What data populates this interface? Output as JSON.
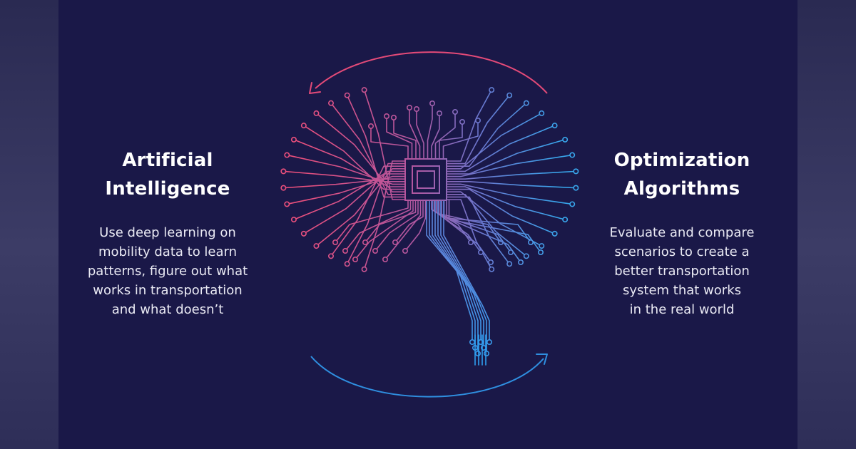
{
  "left_block": {
    "title_lines": [
      "Artificial",
      "Intelligence"
    ],
    "body_lines": [
      "Use deep learning on",
      "mobility data to learn",
      "patterns, figure out what",
      "works in transportation",
      "and what doesn’t"
    ]
  },
  "right_block": {
    "title_lines": [
      "Optimization",
      "Algorithms"
    ],
    "body_lines": [
      "Evaluate and compare",
      "scenarios to create a",
      "better transportation",
      "system that works",
      "in the real world"
    ]
  },
  "colors": {
    "background": "#1a1848",
    "side_band": "#33335e",
    "arc_top": "#e44a78",
    "arc_bottom": "#2f8fe0",
    "circuit_left": "#e84e7c",
    "circuit_mid": "#a45aa8",
    "circuit_right": "#3a9be8",
    "text": "#ffffff"
  },
  "icons": {
    "top_arrow": "arrow-left-curved-icon",
    "bottom_arrow": "arrow-right-curved-icon",
    "center": "circuit-brain-icon",
    "chip": "processor-chip-icon"
  }
}
